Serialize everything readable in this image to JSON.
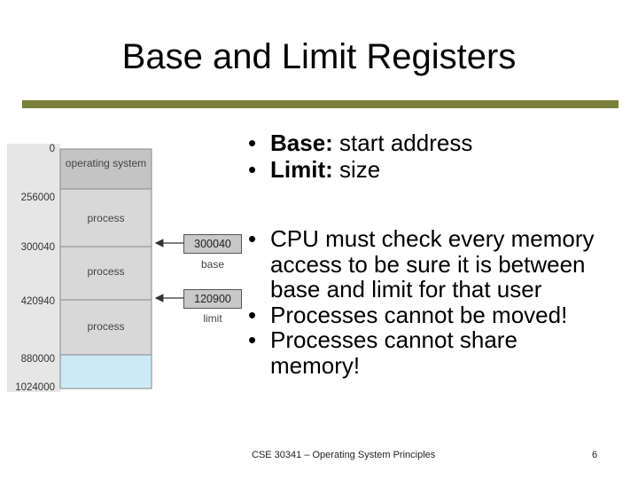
{
  "title": "Base and Limit Registers",
  "bullets_top": [
    {
      "bold": "Base:",
      "rest": " start address"
    },
    {
      "bold": "Limit:",
      "rest": " size"
    }
  ],
  "bullets_bottom": [
    "CPU must check every memory access to be sure it is between base and limit for that user",
    "Processes cannot be moved!",
    "Processes cannot share memory!"
  ],
  "bullet_char": "•",
  "diagram": {
    "addresses": [
      "0",
      "256000",
      "300040",
      "420940",
      "880000",
      "1024000"
    ],
    "segments": [
      "operating system",
      "process",
      "process",
      "process"
    ],
    "base": {
      "value": "300040",
      "label": "base"
    },
    "limit": {
      "value": "120900",
      "label": "limit"
    },
    "colors": {
      "os": "#c4c4c4",
      "process": "#d8d8d8",
      "free": "#cce9f6",
      "register": "#c8c8c8"
    }
  },
  "footer": "CSE 30341 – Operating System Principles",
  "page_number": "6",
  "colors": {
    "rule": "#7a7f3b"
  }
}
